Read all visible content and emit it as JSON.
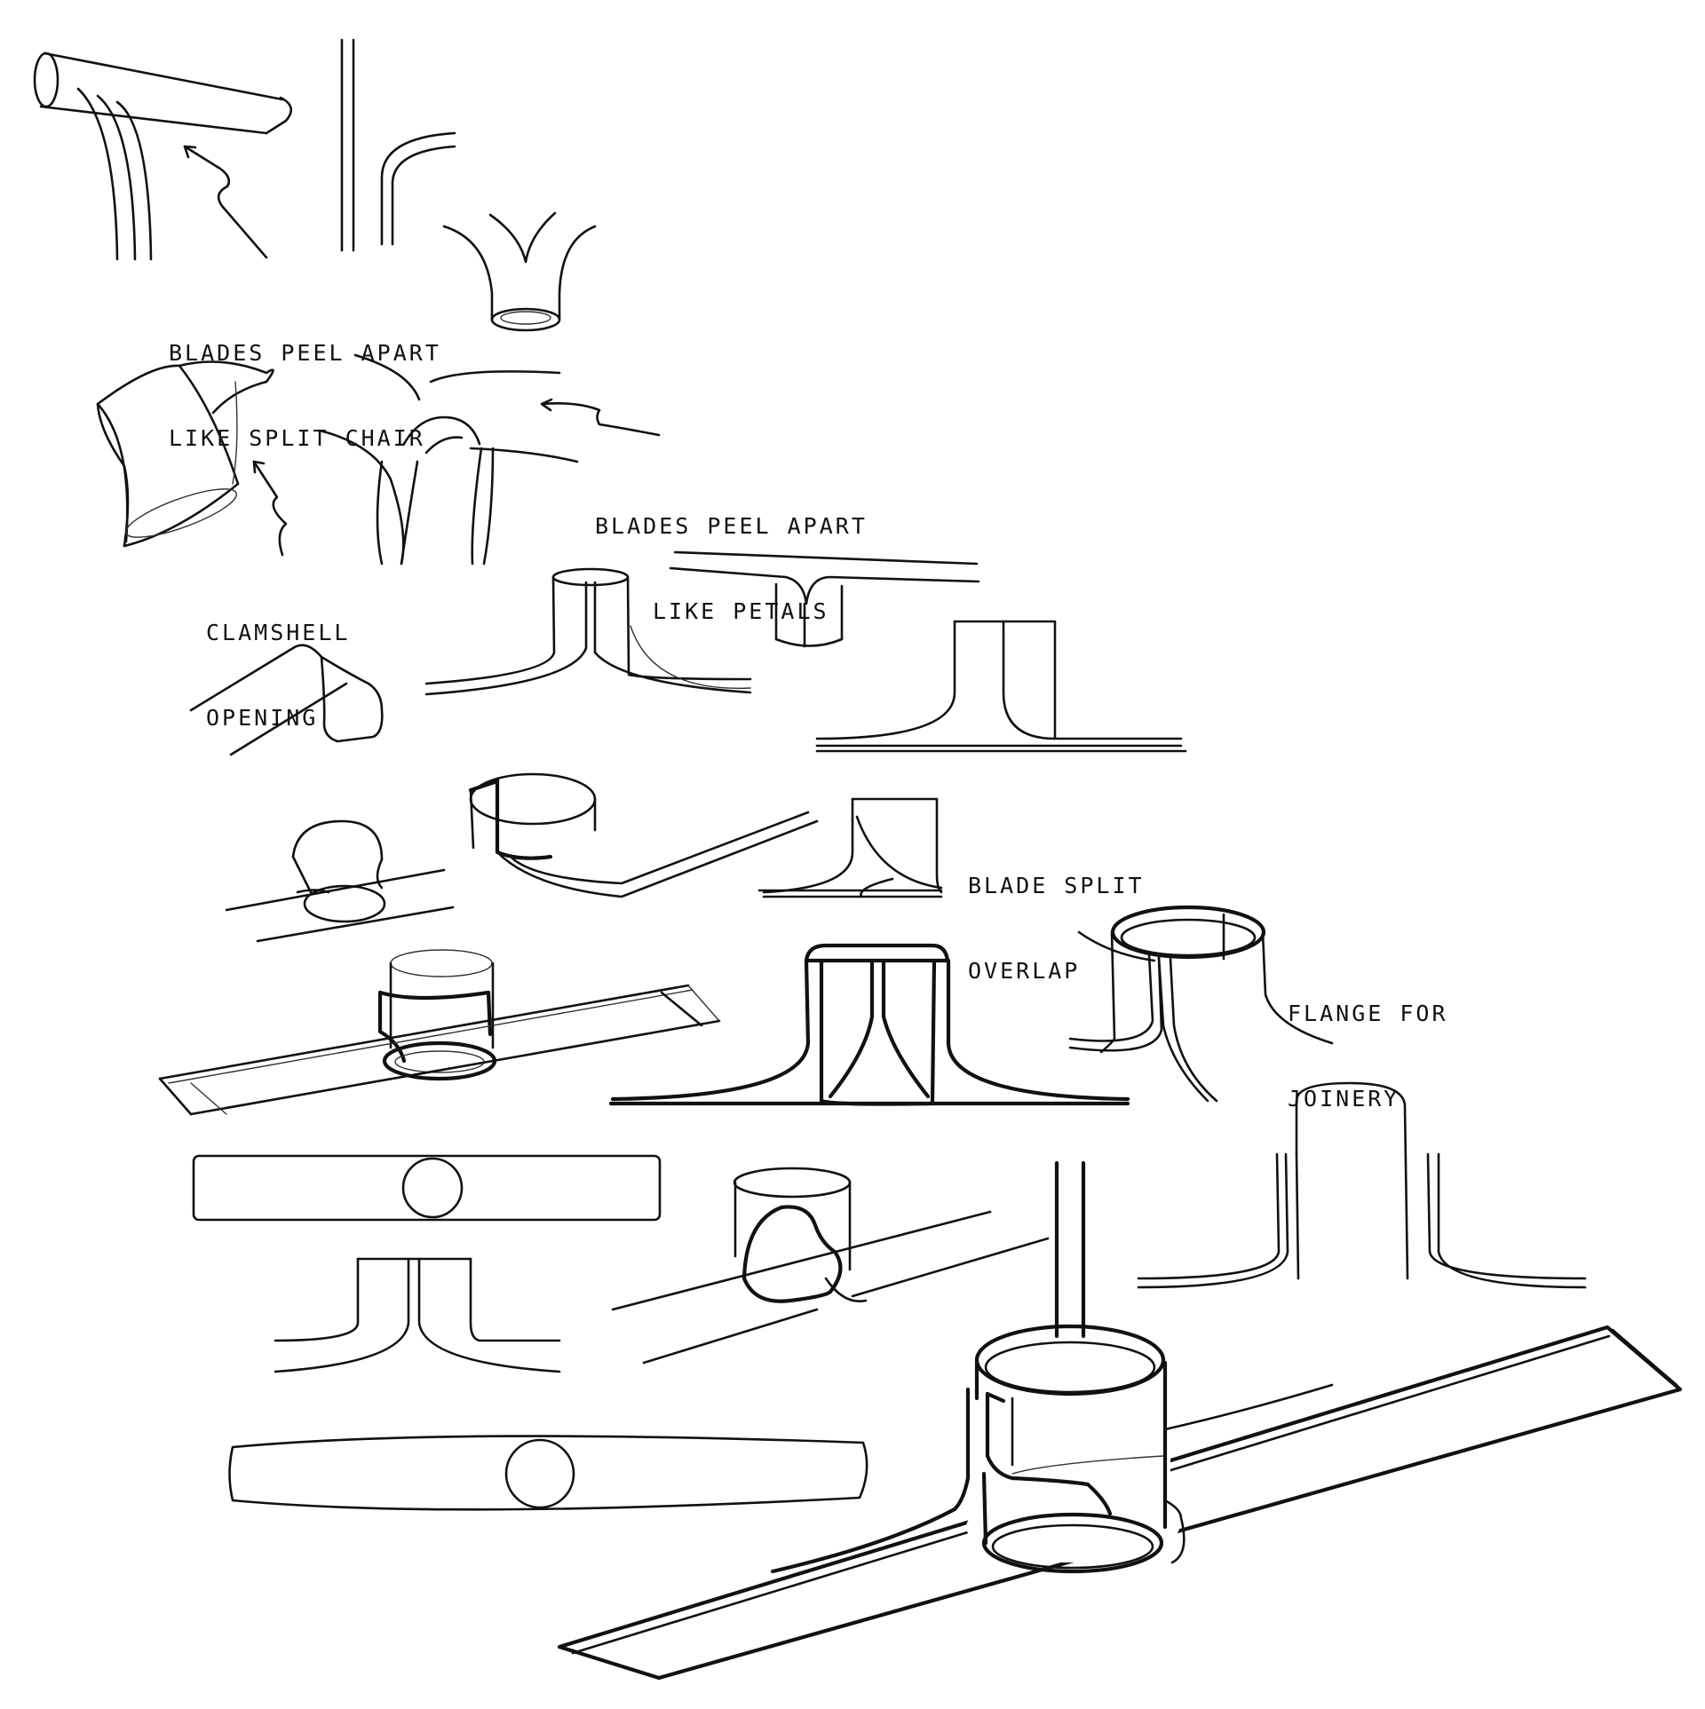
{
  "notes": {
    "split_chair": [
      "BLADES PEEL APART",
      "LIKE SPLIT CHAIR"
    ],
    "petals": [
      "BLADES PEEL APART",
      "LIKE PETALS"
    ],
    "clamshell": [
      "CLAMSHELL",
      "OPENING"
    ],
    "overlap": [
      "BLADE SPLIT",
      "OVERLAP"
    ],
    "flange": [
      "FLANGE FOR",
      "JOINERY"
    ]
  },
  "colors": {
    "ink": "#111111",
    "paper": "#ffffff"
  }
}
